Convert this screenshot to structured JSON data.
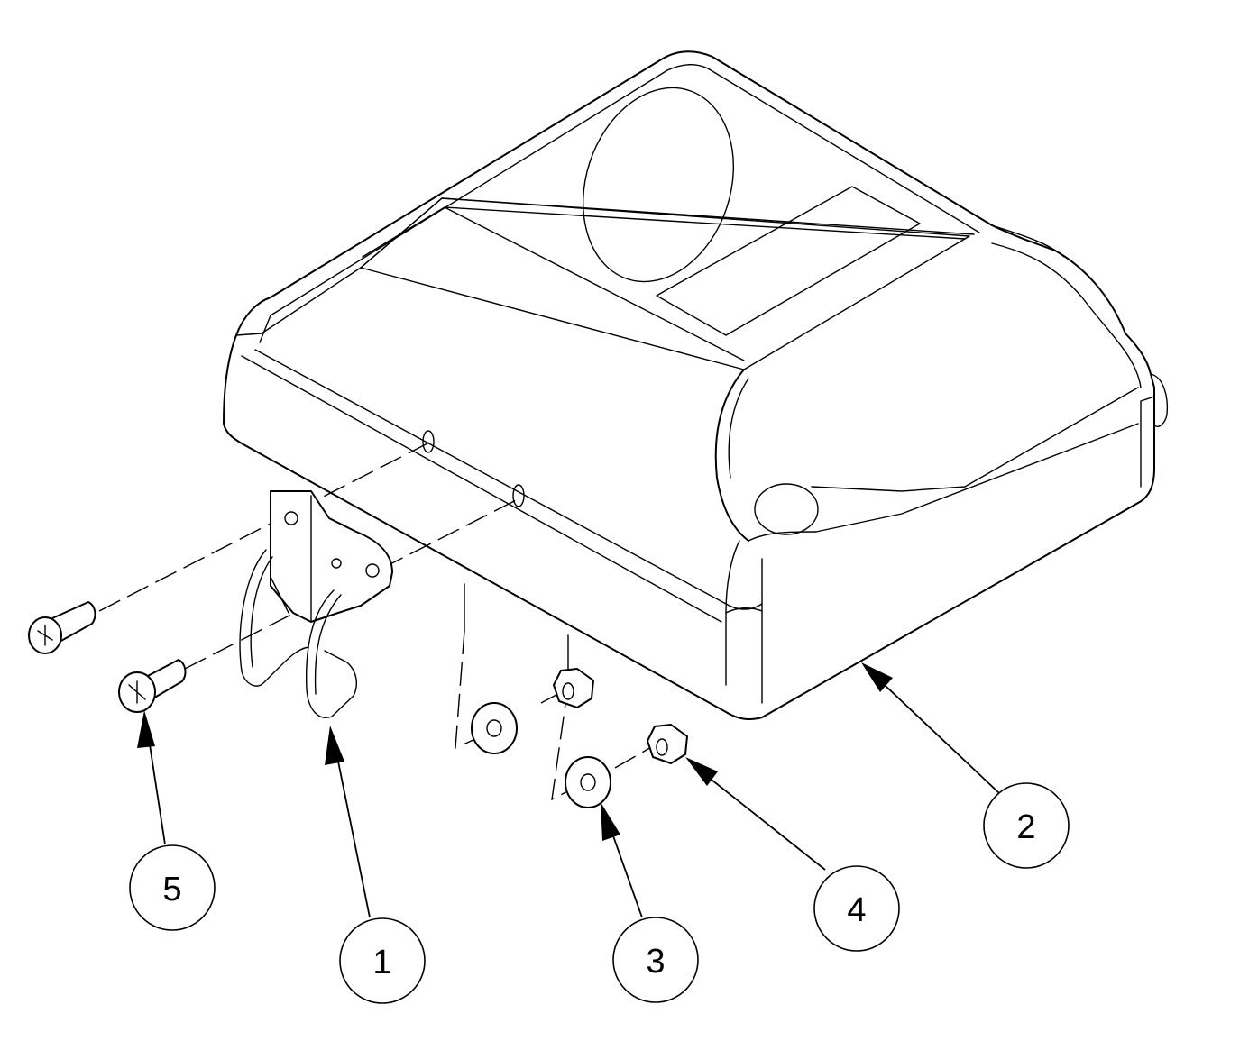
{
  "callouts": [
    {
      "id": "1",
      "label": "1",
      "part": "latch"
    },
    {
      "id": "2",
      "label": "2",
      "part": "cover"
    },
    {
      "id": "3",
      "label": "3",
      "part": "washer"
    },
    {
      "id": "4",
      "label": "4",
      "part": "nut"
    },
    {
      "id": "5",
      "label": "5",
      "part": "screw"
    }
  ],
  "colors": {
    "line": "#000000",
    "background": "#ffffff"
  }
}
